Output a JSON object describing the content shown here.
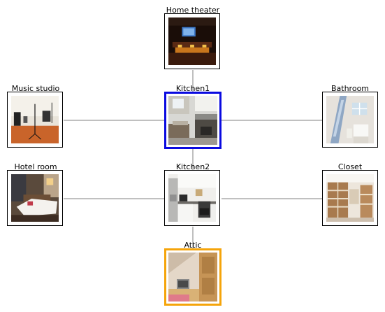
{
  "rooms": {
    "home_theater": {
      "label": "Home theater",
      "icon": "home-theater-photo"
    },
    "music_studio": {
      "label": "Music studio",
      "icon": "music-studio-photo"
    },
    "kitchen1": {
      "label": "Kitchen1",
      "icon": "kitchen-photo"
    },
    "bathroom": {
      "label": "Bathroom",
      "icon": "bathroom-photo"
    },
    "hotel_room": {
      "label": "Hotel room",
      "icon": "hotel-room-photo"
    },
    "kitchen2": {
      "label": "Kitchen2",
      "icon": "kitchen-photo"
    },
    "closet": {
      "label": "Closet",
      "icon": "closet-photo"
    },
    "attic": {
      "label": "Attic",
      "icon": "attic-photo"
    }
  },
  "highlights": {
    "kitchen1": "#0a0ae0",
    "attic": "#f5a40a"
  },
  "edge_color": "#808080"
}
